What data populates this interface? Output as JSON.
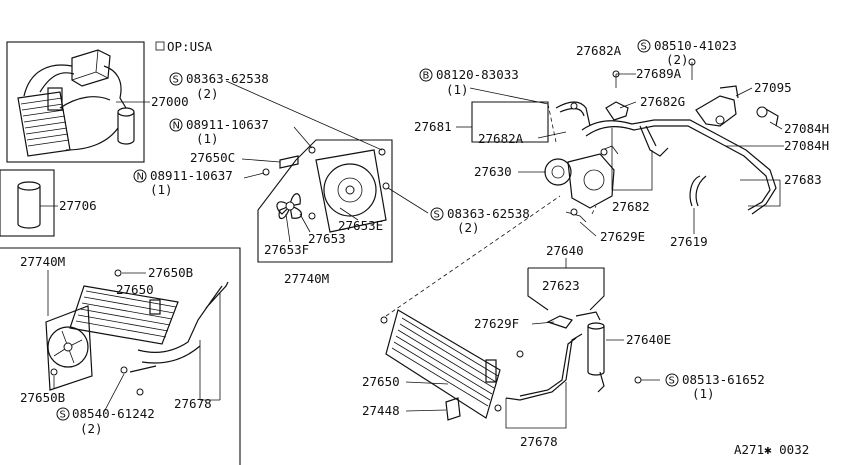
{
  "diagram": {
    "region_note": "OP:USA",
    "drawing_code": "A271✱ 0032",
    "labels": {
      "p27000": "27000",
      "p27706": "27706",
      "p27740M_a": "27740M",
      "p27650B_a": "27650B",
      "p27650_a": "27650",
      "p27650B_b": "27650B",
      "p27678_a": "27678",
      "p08540": "08540-61242",
      "p08540_q": "(2)",
      "p08363_a": "08363-62538",
      "p08363_a_q": "(2)",
      "p08911_a": "08911-10637",
      "p08911_a_q": "(1)",
      "p27650C": "27650C",
      "p08911_b": "08911-10637",
      "p08911_b_q": "(1)",
      "p27653E": "27653E",
      "p27653": "27653",
      "p27653F": "27653F",
      "p27740M_b": "27740M",
      "p08363_b": "08363-62538",
      "p08363_b_q": "(2)",
      "p08120": "08120-83033",
      "p08120_q": "(1)",
      "p27681": "27681",
      "p27682A_a": "27682A",
      "p27630": "27630",
      "p27682A_b": "27682A",
      "p27689A": "27689A",
      "p27682G": "27682G",
      "p08510": "08510-41023",
      "p08510_q": "(2)",
      "p27095": "27095",
      "p27084H_a": "27084H",
      "p27084H_b": "27084H",
      "p27683": "27683",
      "p27682": "27682",
      "p27629E": "27629E",
      "p27619": "27619",
      "p27640": "27640",
      "p27623": "27623",
      "p27629F": "27629F",
      "p27640E": "27640E",
      "p27650_b": "27650",
      "p27448": "27448",
      "p08513": "08513-61652",
      "p08513_q": "(1)",
      "p27678_b": "27678"
    },
    "prefix_marks": {
      "screw": "S",
      "nut": "N",
      "bolt": "B"
    }
  }
}
